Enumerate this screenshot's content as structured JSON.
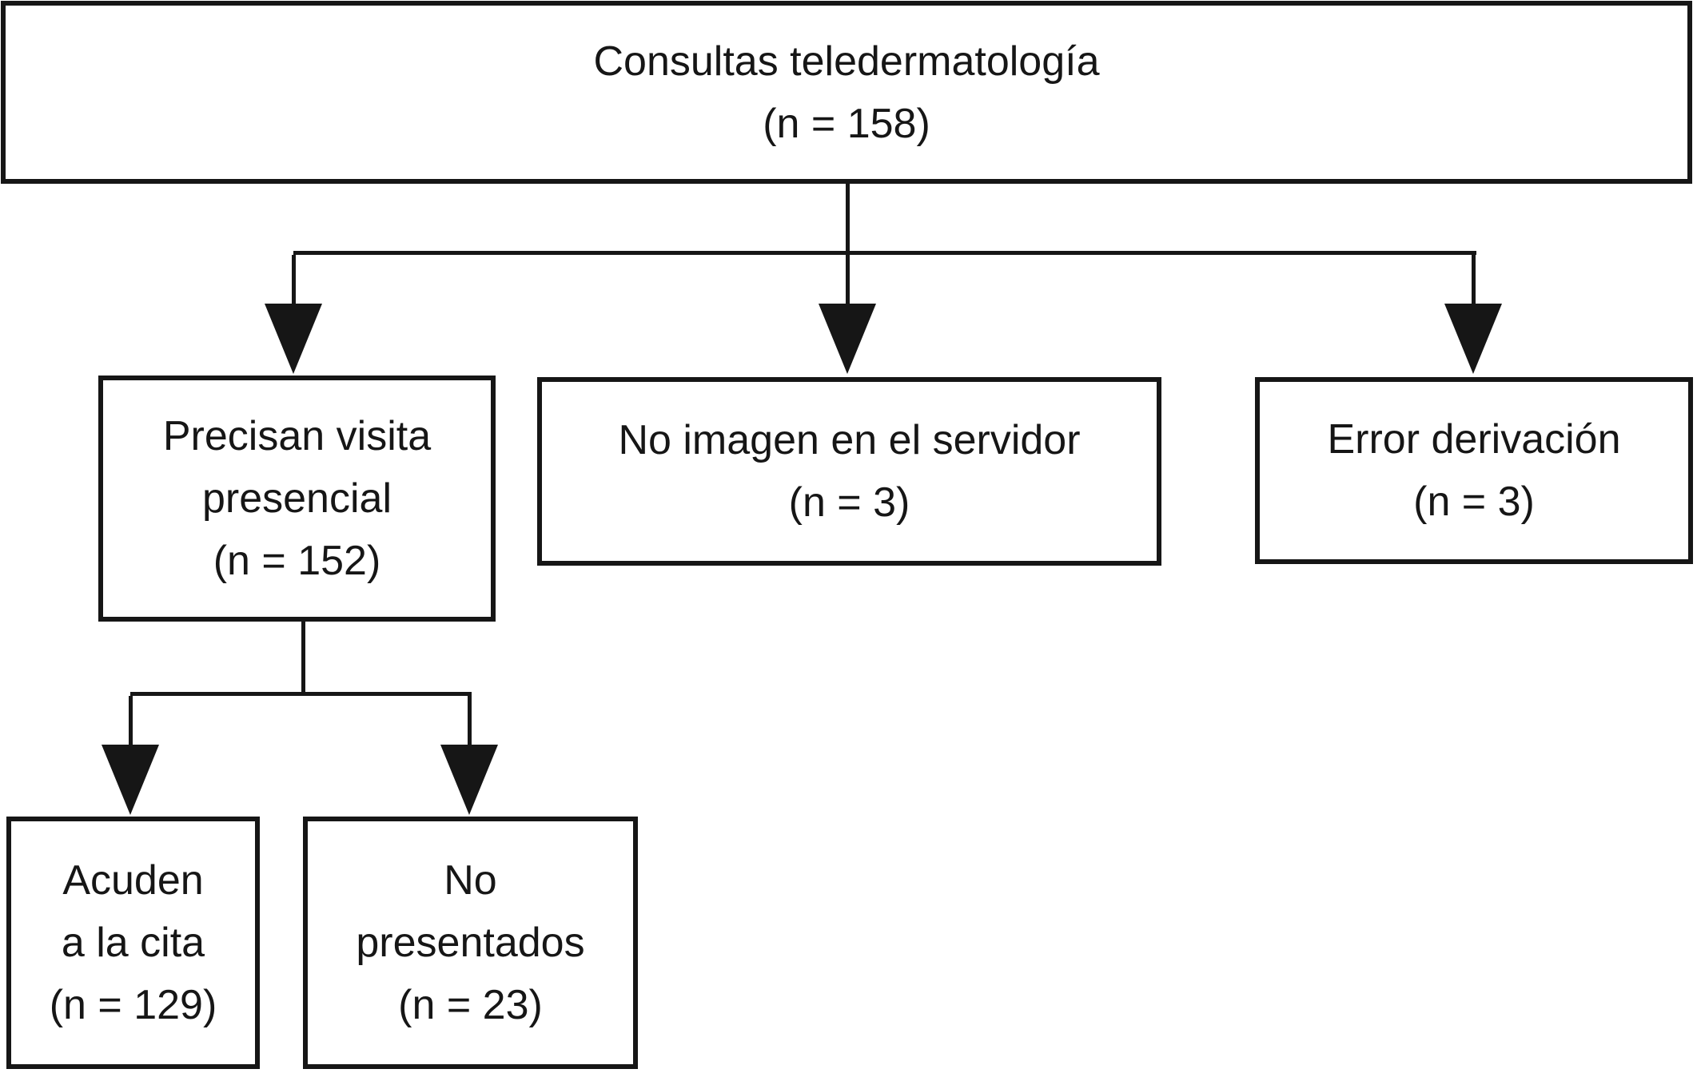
{
  "colors": {
    "background": "#ffffff",
    "line": "#161616",
    "box_fill": "#ffffff",
    "text": "#161616"
  },
  "nodes": {
    "consultas": {
      "lines": [
        "Consultas teledermatología",
        "(n = 158)"
      ],
      "n": 158
    },
    "precisan": {
      "lines": [
        "Precisan visita",
        "presencial",
        "(n = 152)"
      ],
      "n": 152
    },
    "no_imagen": {
      "lines": [
        "No imagen en el servidor",
        "(n = 3)"
      ],
      "n": 3
    },
    "error": {
      "lines": [
        "Error derivación",
        "(n = 3)"
      ],
      "n": 3
    },
    "acuden": {
      "lines": [
        "Acuden",
        "a la cita",
        "(n = 129)"
      ],
      "n": 129
    },
    "no_presentados": {
      "lines": [
        "No",
        "presentados",
        "(n = 23)"
      ],
      "n": 23
    }
  },
  "edges": [
    {
      "from": "consultas",
      "to": "precisan"
    },
    {
      "from": "consultas",
      "to": "no_imagen"
    },
    {
      "from": "consultas",
      "to": "error"
    },
    {
      "from": "precisan",
      "to": "acuden"
    },
    {
      "from": "precisan",
      "to": "no_presentados"
    }
  ]
}
